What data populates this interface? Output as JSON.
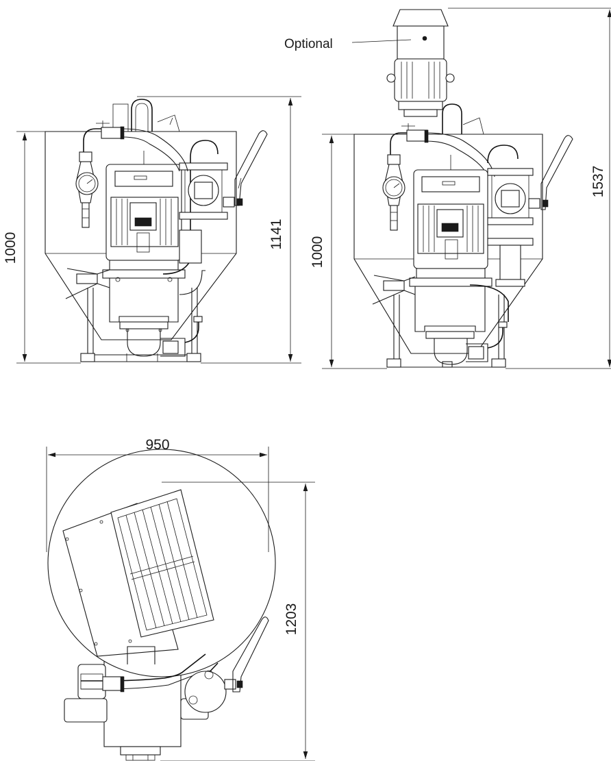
{
  "drawing": {
    "colors": {
      "line": "#1a1a1a",
      "background": "#ffffff"
    },
    "views": [
      {
        "name": "front-view",
        "dimensions": {
          "height_tank": "1000",
          "height_total": "1141"
        }
      },
      {
        "name": "front-view-with-optional",
        "callout": "Optional",
        "dimensions": {
          "height_tank": "1000",
          "height_total": "1537"
        }
      },
      {
        "name": "top-view",
        "dimensions": {
          "width": "950",
          "depth": "1203"
        }
      }
    ],
    "motor_badge_icon": "weg-logo"
  }
}
